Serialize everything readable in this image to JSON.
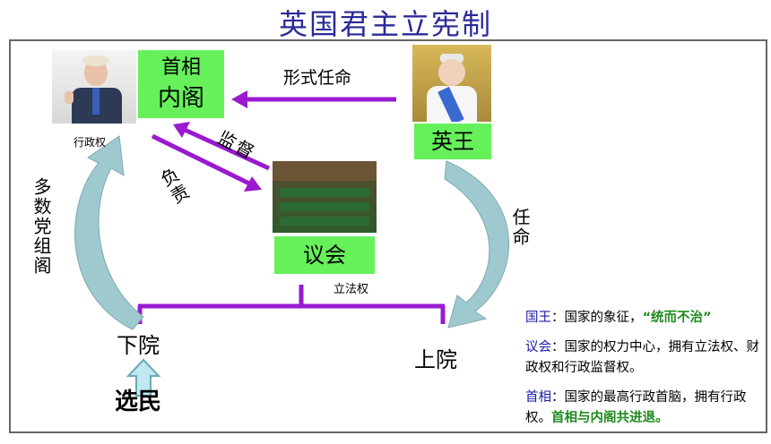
{
  "title": "英国君主立宪制",
  "nodes": {
    "pm_line1": "首相",
    "pm_line2": "内阁",
    "king": "英王",
    "parliament": "议会",
    "lower_house": "下院",
    "upper_house": "上院",
    "voters": "选民"
  },
  "labels": {
    "executive_power": "行政权",
    "formal_appointment": "形式任命",
    "supervise": "监督",
    "responsible": "负责",
    "majority_party": "多数党组阁",
    "appoint": "任命",
    "legislative_power": "立法权"
  },
  "notes": [
    {
      "term": "国王",
      "sep": "：",
      "text": "国家的象征，",
      "highlight": "“统而不治”"
    },
    {
      "term": "议会",
      "sep": "：",
      "text": "国家的权力中心，拥有立法权、财政权和行政监督权。",
      "highlight": ""
    },
    {
      "term": "首相",
      "sep": "：",
      "text": "国家的最高行政首脑，拥有行政权。",
      "highlight": "首相与内阁共进退。"
    }
  ],
  "colors": {
    "title": "#2a2a9a",
    "green_box": "#66f05a",
    "purple": "#9a1ad0",
    "teal_arrow": "#9ec9cf",
    "term_blue": "#1a1aaa",
    "highlight_green": "#1e8a1e"
  }
}
